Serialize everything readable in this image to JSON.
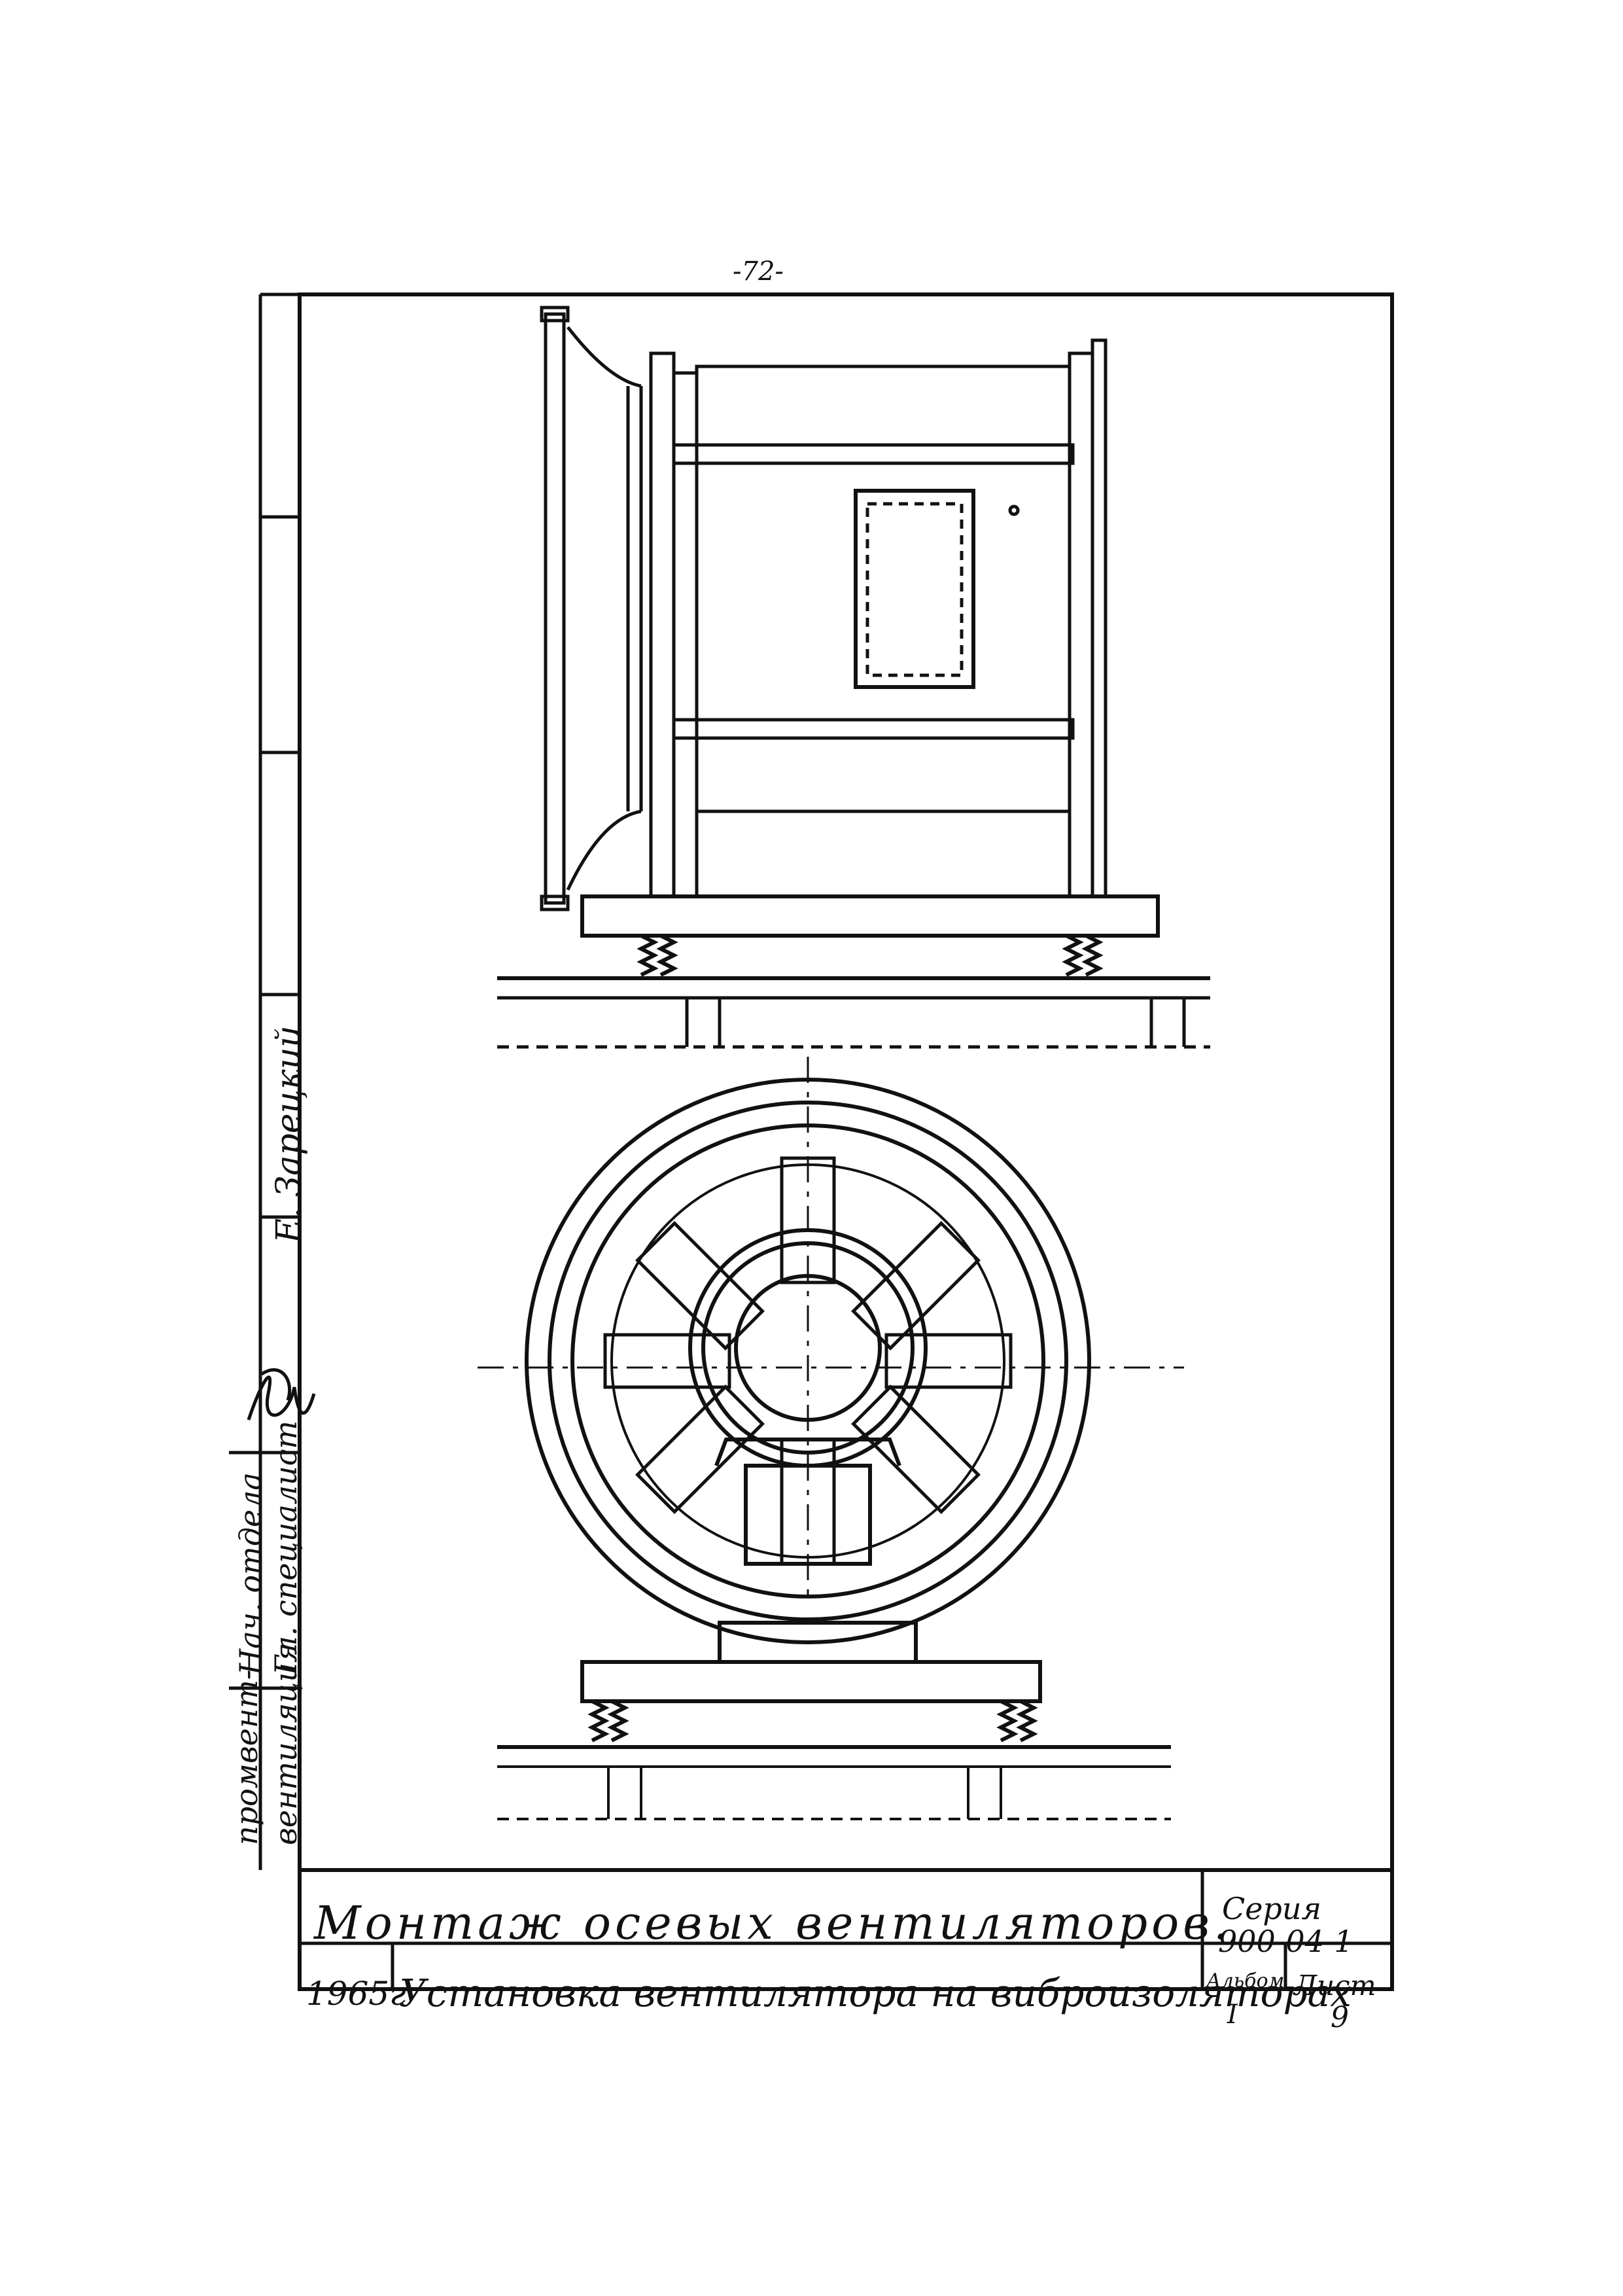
{
  "page_number": "-72-",
  "title_block": {
    "title": "Монтаж осевых вентиляторов.",
    "year": "1965г",
    "subtitle": "Установка вентилятора на виброизоляторах",
    "series_label": "Серия",
    "series_value": "900-04-1",
    "album_label": "Альбом",
    "album_value": "I",
    "sheet_label": "Лист",
    "sheet_value": "9"
  },
  "side_stamp": {
    "signer": "Е. Зарецкий",
    "head_of_department": "Нач. отдела",
    "chief_specialist": "Гл. специалист",
    "department_line1": "промвент-",
    "department_line2": "вентиляция"
  }
}
